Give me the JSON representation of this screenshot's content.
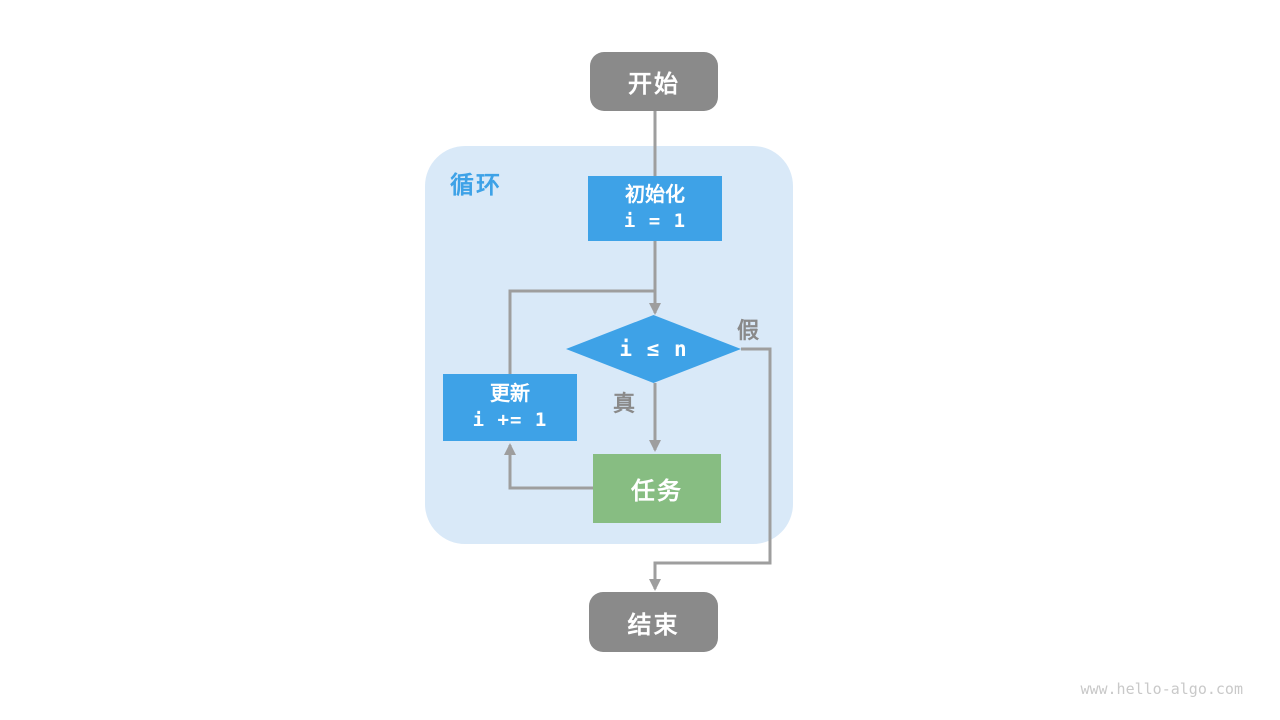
{
  "diagram": {
    "kind": "flowchart",
    "loop_container": {
      "label": "循环"
    },
    "nodes": {
      "start": {
        "label": "开始"
      },
      "init": {
        "label": "初始化",
        "code": "i = 1"
      },
      "condition": {
        "label": "i ≤ n"
      },
      "task": {
        "label": "任务"
      },
      "update": {
        "label": "更新",
        "code": "i += 1"
      },
      "end": {
        "label": "结束"
      }
    },
    "edges": {
      "true_label": "真",
      "false_label": "假"
    },
    "colors": {
      "process_blue": "#3ea2e7",
      "task_green": "#87bd82",
      "terminal_gray": "#8a8a8a",
      "container_bg": "#d9e9f8",
      "connector_gray": "#9e9e9e",
      "branch_label_gray": "#8a8a8a",
      "watermark_gray": "#c9c9c9"
    },
    "watermark": "www.hello-algo.com"
  }
}
